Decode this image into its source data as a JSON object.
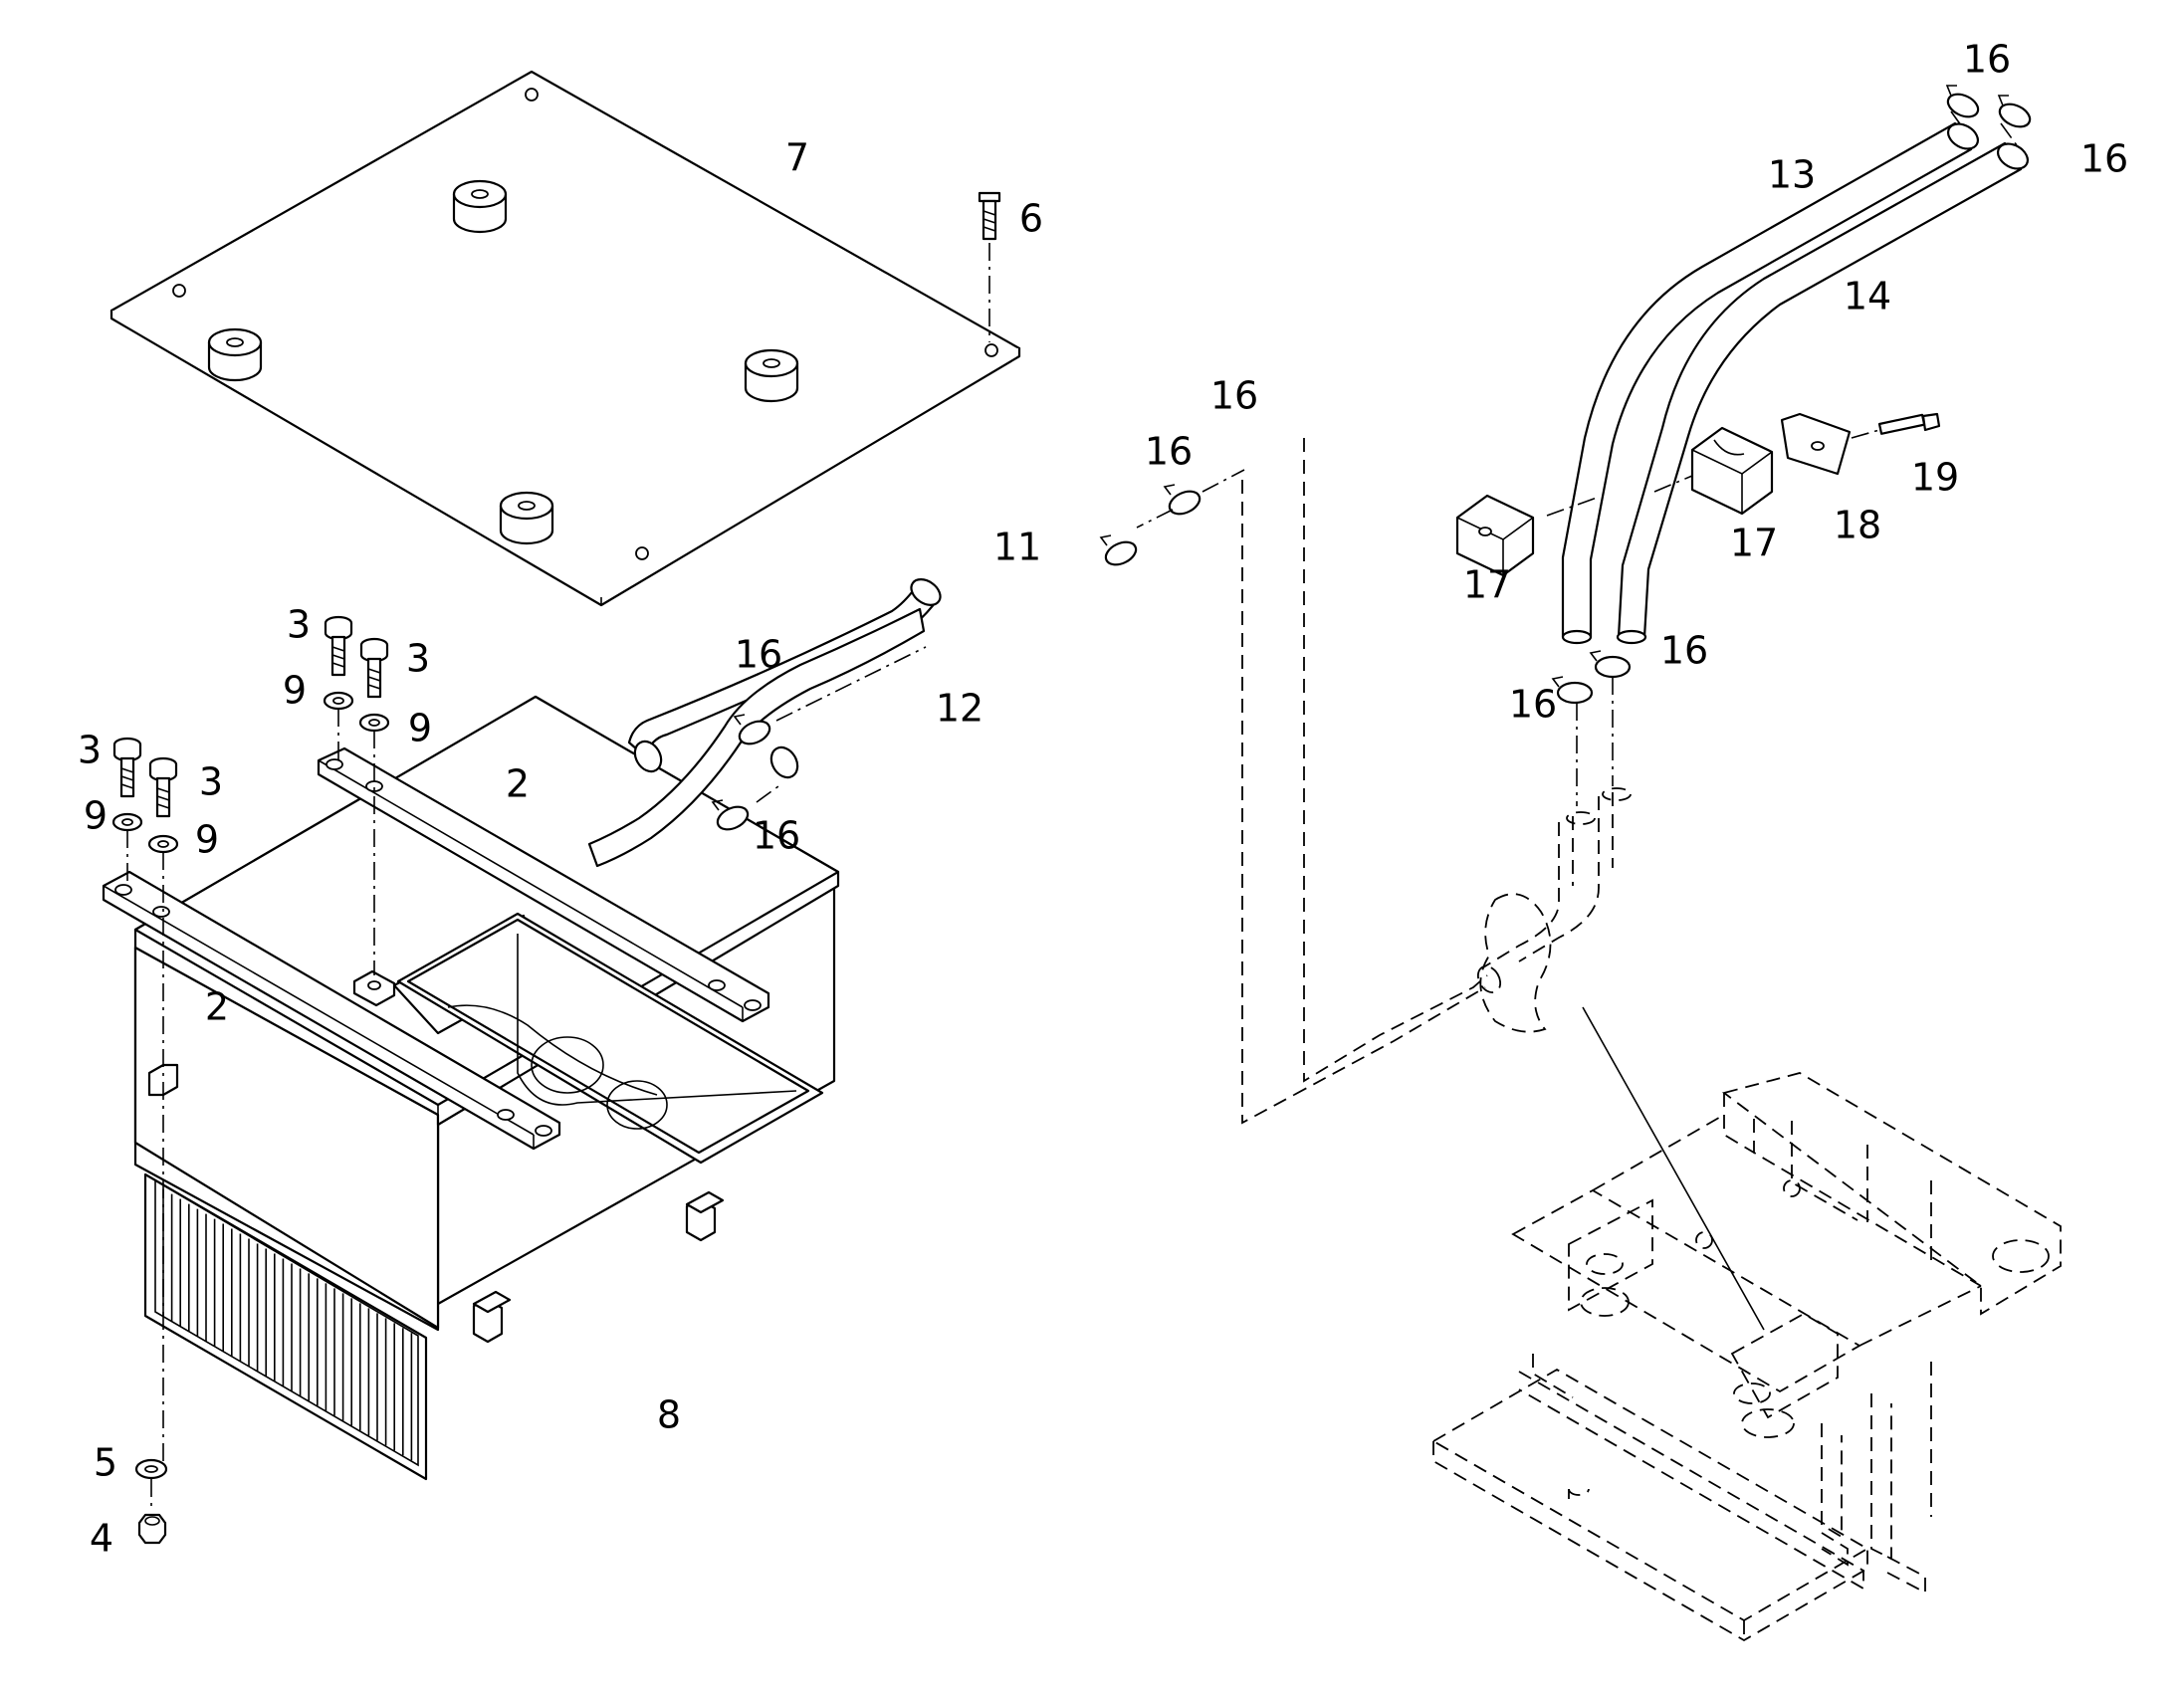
{
  "callouts": {
    "c2a": "2",
    "c2b": "2",
    "c3a": "3",
    "c3b": "3",
    "c3c": "3",
    "c3d": "3",
    "c4": "4",
    "c5": "5",
    "c6": "6",
    "c7": "7",
    "c8": "8",
    "c9a": "9",
    "c9b": "9",
    "c9c": "9",
    "c9d": "9",
    "c11": "11",
    "c12": "12",
    "c13": "13",
    "c14": "14",
    "c16a": "16",
    "c16b": "16",
    "c16c": "16",
    "c16d": "16",
    "c16e": "16",
    "c16f": "16",
    "c16g": "16",
    "c16h": "16",
    "c17a": "17",
    "c17b": "17",
    "c18": "18",
    "c19": "19"
  }
}
